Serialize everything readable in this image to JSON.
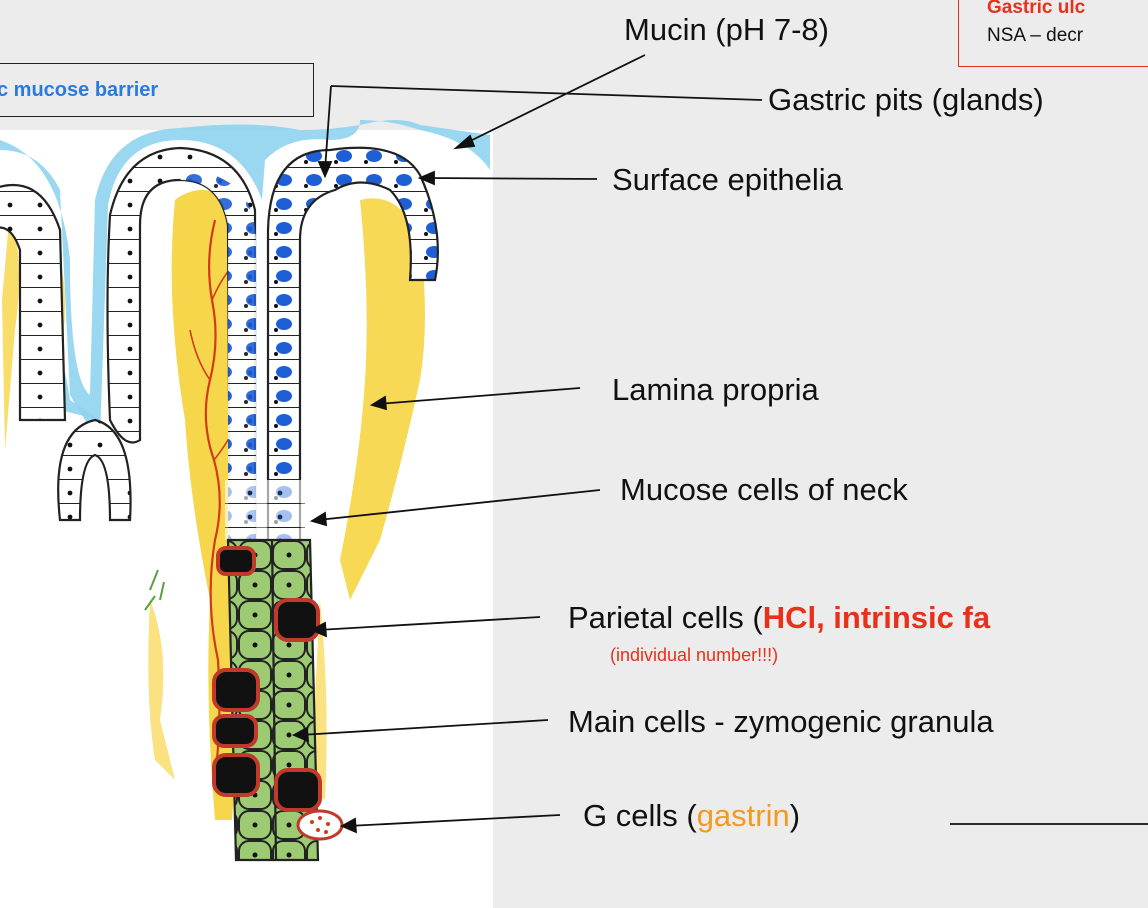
{
  "barrier_box": {
    "label": "tric mucose barrier"
  },
  "ulcer_box": {
    "title": "Gastric ulc",
    "text": "NSA – decr"
  },
  "labels": {
    "mucin": "Mucin (pH 7-8)",
    "gastric_pits": "Gastric pits (glands)",
    "surface_epithelia": "Surface epithelia",
    "lamina_propria": "Lamina propria",
    "mucose_cells_neck": "Mucose cells of neck",
    "parietal_prefix": "Parietal cells (",
    "parietal_highlight": "HCl, intrinsic fa",
    "parietal_note": "(individual number!!!)",
    "main_cells": "Main cells - zymogenic granula",
    "g_cells_prefix": "G cells (",
    "g_cells_highlight": "gastrin",
    "g_cells_suffix": ")"
  },
  "colors": {
    "mucin_blue": "#8fd3ee",
    "granule_blue": "#1f5fd6",
    "lamina_yellow": "#f5cf2a",
    "capillary_red": "#d23a1a",
    "cell_green": "#9ccb74",
    "parietal_black": "#111111",
    "highlight_red": "#e8301a",
    "gastrin_orange": "#f39a1e",
    "barrier_blue": "#2a7ae0"
  }
}
